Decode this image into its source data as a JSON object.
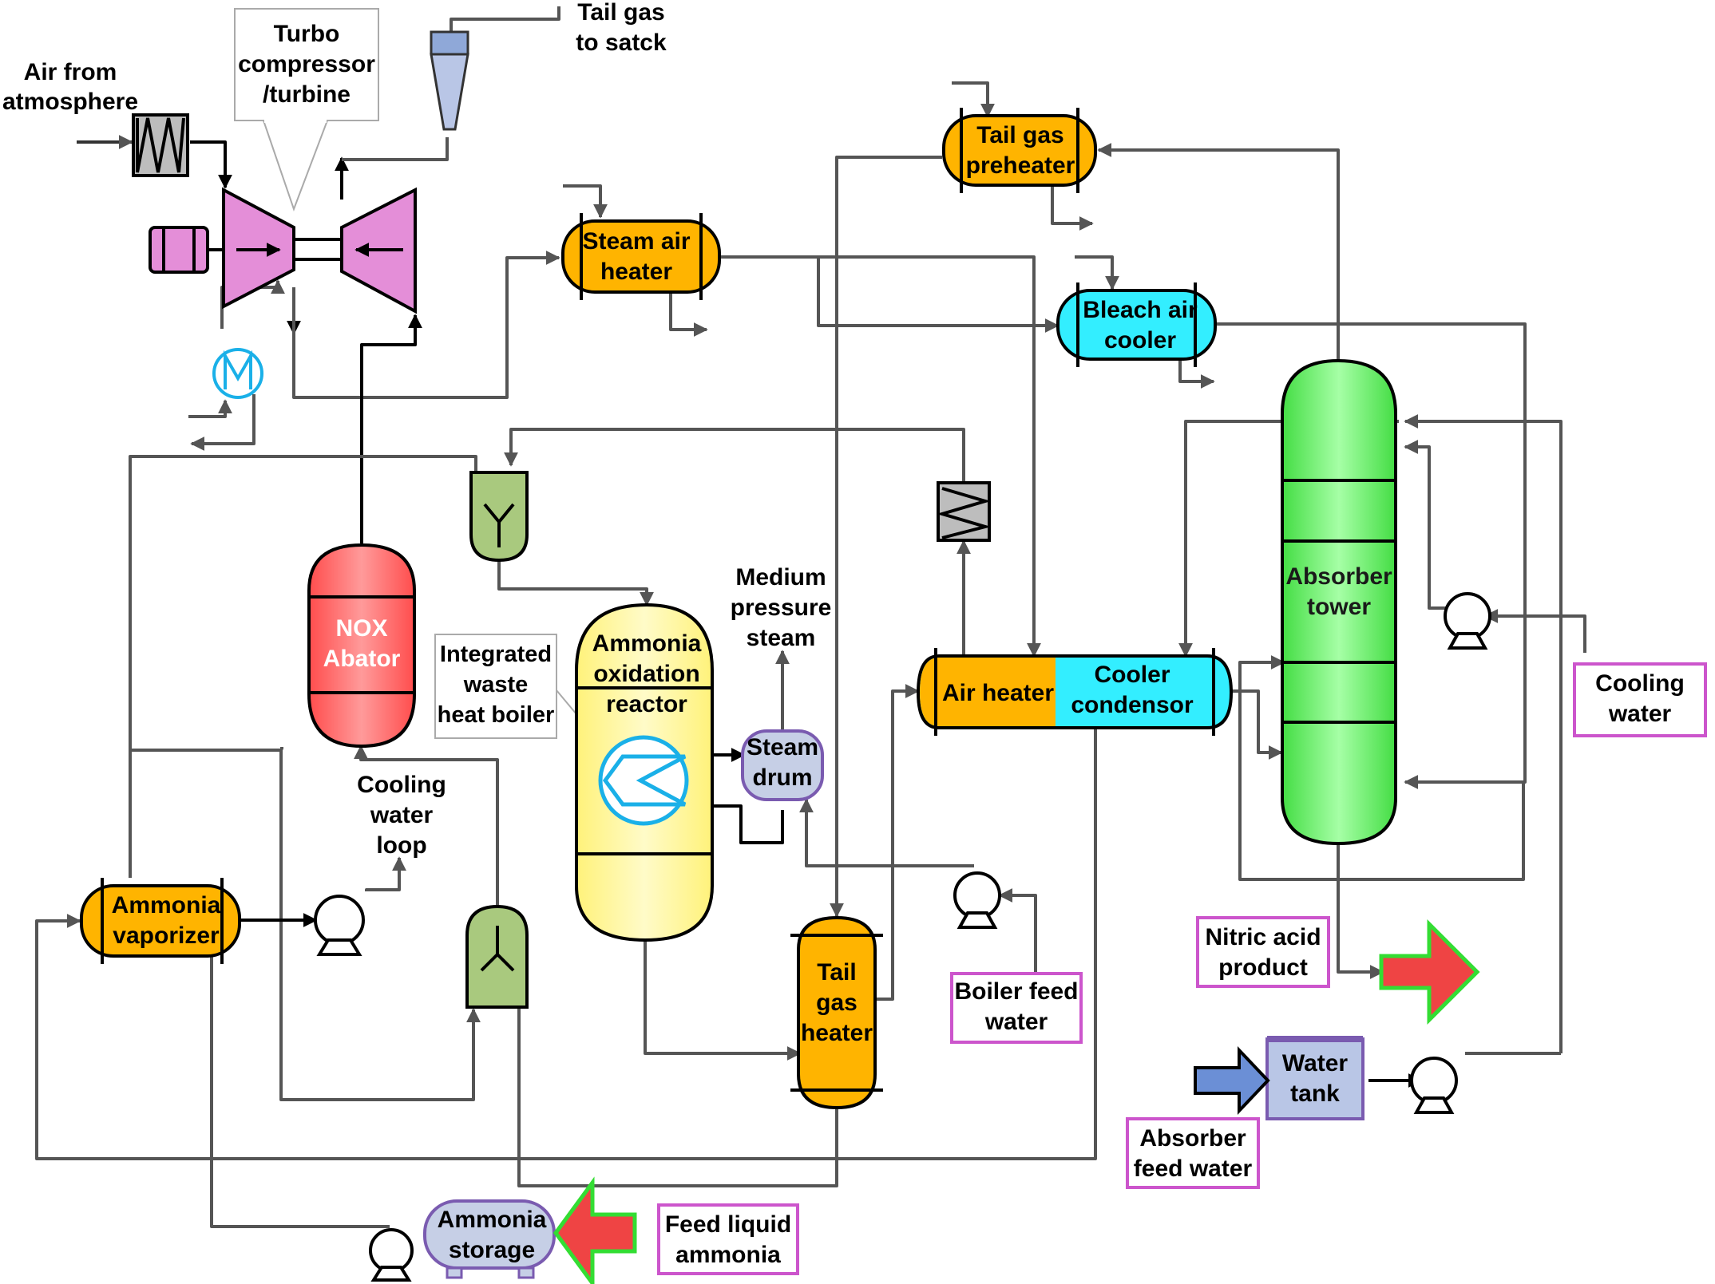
{
  "labels": {
    "air_from_atmosphere": [
      "Air from",
      "atmosphere"
    ],
    "turbo": [
      "Turbo",
      "compressor",
      "/turbine"
    ],
    "tail_gas_stack": [
      "Tail gas",
      "to satck"
    ],
    "tail_gas_preheater": [
      "Tail gas",
      "preheater"
    ],
    "steam_air_heater": [
      "Steam air",
      "heater"
    ],
    "bleach_air_cooler": [
      "Bleach air",
      "cooler"
    ],
    "nox_abator": [
      "NOX",
      "Abator"
    ],
    "integrated_waste_heat_boiler": [
      "Integrated",
      "waste",
      "heat boiler"
    ],
    "ammonia_oxidation_reactor": [
      "Ammonia",
      "oxidation",
      "reactor"
    ],
    "medium_pressure_steam": [
      "Medium",
      "pressure",
      "steam"
    ],
    "steam_drum": [
      "Steam",
      "drum"
    ],
    "air_heater": "Air heater",
    "cooler_condensor": [
      "Cooler",
      "condensor"
    ],
    "absorber_tower": [
      "Absorber",
      "tower"
    ],
    "cooling_water": [
      "Cooling",
      "water"
    ],
    "cooling_water_loop": [
      "Cooling",
      "water",
      "loop"
    ],
    "ammonia_vaporizer": [
      "Ammonia",
      "vaporizer"
    ],
    "tail_gas_heater": [
      "Tail",
      "gas",
      "heater"
    ],
    "boiler_feed_water": [
      "Boiler feed",
      "water"
    ],
    "nitric_acid_product": [
      "Nitric acid",
      "product"
    ],
    "water_tank": [
      "Water",
      "tank"
    ],
    "absorber_feed_water": [
      "Absorber",
      "feed water"
    ],
    "ammonia_storage": [
      "Ammonia",
      "storage"
    ],
    "feed_liquid_ammonia": [
      "Feed liquid",
      "ammonia"
    ]
  },
  "colors": {
    "line": "#555555",
    "heater_orange": "#ffb400",
    "cooler_cyan": "#33eeff",
    "turbo_pink": "#e48ed8",
    "abator_red": "#ff6b6b",
    "reactor_yellow": "#fff58a",
    "absorber_green": "#55ee55",
    "drum_blue": "#c6cfe6",
    "filter_green": "#a9c97e",
    "arrow_red": "#ef4444",
    "arrow_blue": "#6b8fd6",
    "label_border_pink": "#cc55cc",
    "coil_blue": "#1ab0e8"
  },
  "icons": [
    "heat-exchanger-coil-icon",
    "compressor-icon",
    "turbine-icon",
    "motor-icon",
    "pump-icon",
    "cyclone-stack-icon",
    "filter-icon",
    "arrow-icon"
  ]
}
